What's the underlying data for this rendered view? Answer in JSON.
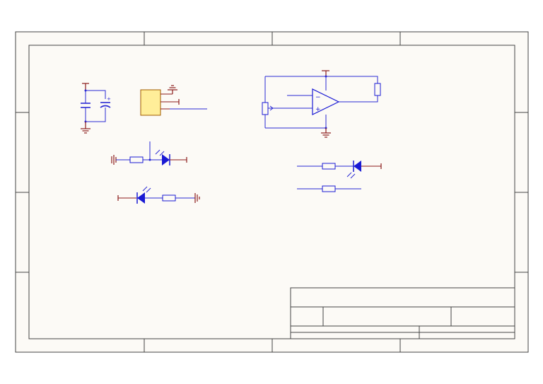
{
  "sheet": {
    "background": "#fcfaf6",
    "border_color": "#444444",
    "zone_columns": 4,
    "zone_rows": 4
  },
  "colors": {
    "wire": "#2a2ad4",
    "power": "#8b1a1a",
    "part_fill": "#ffee99",
    "part_border": "#a05a00",
    "led_fill": "#1a1ad4",
    "resistor": "#1a1ad4"
  },
  "components": [
    {
      "type": "capacitor-pair",
      "name": "c1-c2-bypass-caps"
    },
    {
      "type": "ic-block",
      "name": "u1-module"
    },
    {
      "type": "op-amp",
      "name": "u2-op-amp"
    },
    {
      "type": "potentiometer",
      "name": "rp1-potentiometer"
    },
    {
      "type": "resistor",
      "name": "r1-feedback-resistor"
    },
    {
      "type": "led-resistor",
      "name": "led1-indicator"
    },
    {
      "type": "led-resistor",
      "name": "led2-indicator"
    },
    {
      "type": "led-resistor",
      "name": "led3-indicator"
    },
    {
      "type": "resistor",
      "name": "r5-resistor"
    }
  ],
  "title_block": {
    "title": "",
    "number": "",
    "revision": "",
    "date": "",
    "sheet": ""
  }
}
